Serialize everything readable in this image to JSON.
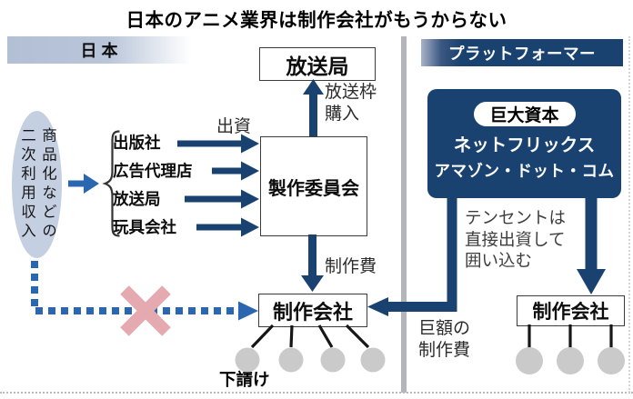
{
  "title": "日本のアニメ業界は制作会社がもうからない",
  "japan": {
    "header": "日 本",
    "ellipse_line1": "商品化などの",
    "ellipse_line2": "二次利用収入",
    "investors": [
      "出版社",
      "広告代理店",
      "放送局",
      "玩具会社"
    ],
    "invest_label": "出資",
    "broadcaster_box": "放送局",
    "slot_label_line1": "放送枠",
    "slot_label_line2": "購入",
    "committee_box": "製作委員会",
    "production_fee_label": "制作費",
    "production_box": "制作会社",
    "subcontract_label": "下請け"
  },
  "platformer": {
    "header": "プラットフォーマー",
    "capital_badge": "巨大資本",
    "company1": "ネットフリックス",
    "company2": "アマゾン・ドット・コム",
    "tencent_line1": "テンセントは",
    "tencent_line2": "直接出資して",
    "tencent_line3": "囲い込む",
    "huge_fee_line1": "巨額の",
    "huge_fee_line2": "制作費",
    "production_box": "制作会社"
  },
  "colors": {
    "navy": "#1a4270",
    "blue": "#2b66b0",
    "pink": "#e4aab0",
    "ellipse_fill": "#c5cfe2",
    "circle_gray": "#cacaca",
    "divider_gray": "#b2b6ba",
    "line_black": "#161616",
    "brace_dark": "#333333"
  }
}
